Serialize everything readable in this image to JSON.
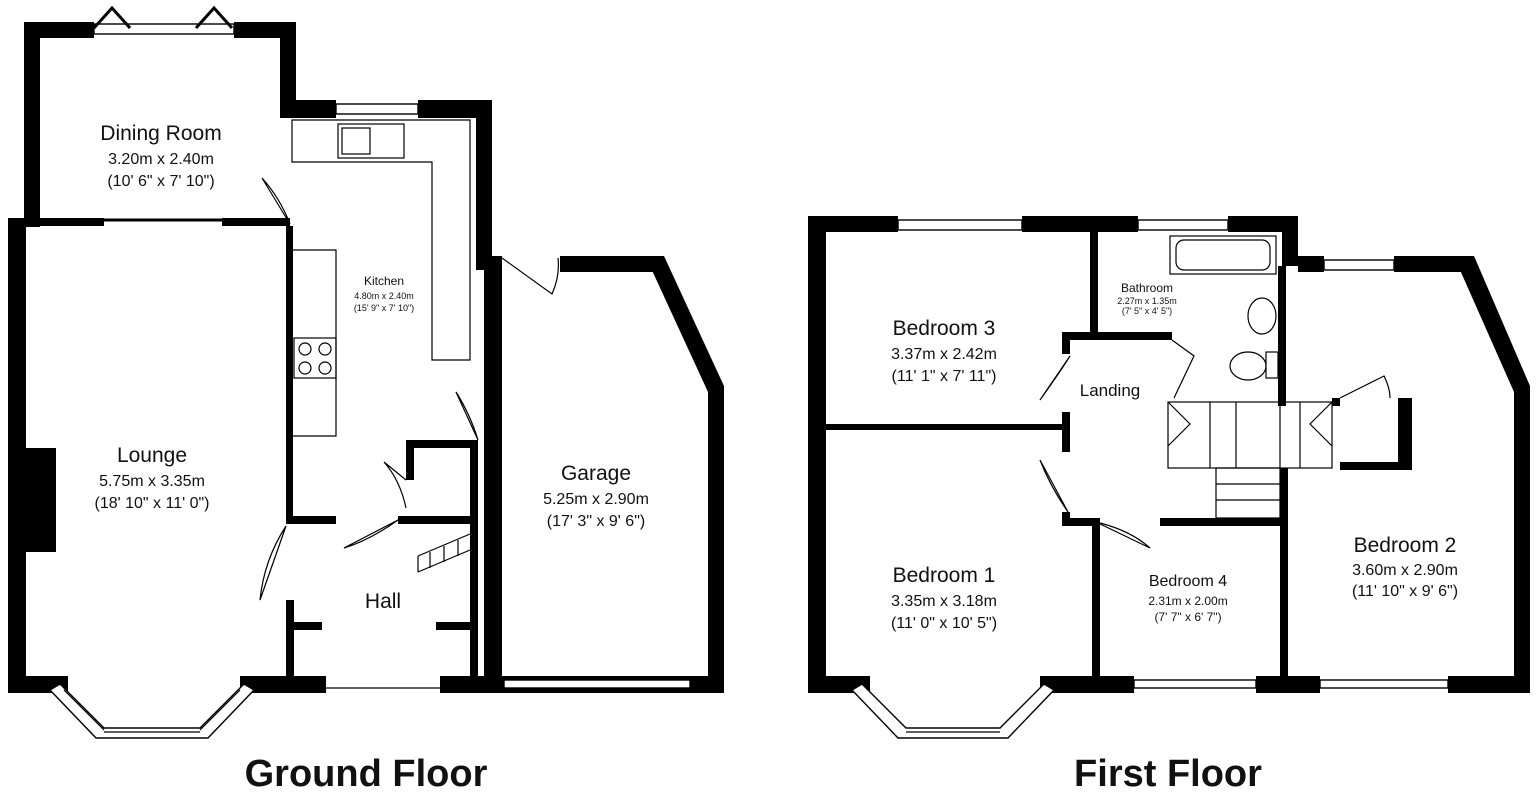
{
  "floors": [
    {
      "name": "Ground Floor",
      "rooms": [
        {
          "name": "Dining Room",
          "metric": "3.20m x 2.40m",
          "imperial": "(10' 6\" x 7' 10\")"
        },
        {
          "name": "Kitchen",
          "metric": "4.80m x 2.40m",
          "imperial": "(15' 9\" x 7' 10\")"
        },
        {
          "name": "Lounge",
          "metric": "5.75m x 3.35m",
          "imperial": "(18' 10\" x 11' 0\")"
        },
        {
          "name": "Garage",
          "metric": "5.25m x 2.90m",
          "imperial": "(17' 3\" x 9' 6\")"
        },
        {
          "name": "Hall"
        }
      ]
    },
    {
      "name": "First Floor",
      "rooms": [
        {
          "name": "Bedroom 3",
          "metric": "3.37m x 2.42m",
          "imperial": "(11' 1\" x 7' 11\")"
        },
        {
          "name": "Bathroom",
          "metric": "2.27m x 1.35m",
          "imperial": "(7' 5\" x 4' 5\")"
        },
        {
          "name": "Landing"
        },
        {
          "name": "Bedroom 1",
          "metric": "3.35m x 3.18m",
          "imperial": "(11' 0\" x 10' 5\")"
        },
        {
          "name": "Bedroom 4",
          "metric": "2.31m x 2.00m",
          "imperial": "(7' 7\" x 6' 7\")"
        },
        {
          "name": "Bedroom 2",
          "metric": "3.60m x 2.90m",
          "imperial": "(11' 10\" x 9' 6\")"
        }
      ]
    }
  ]
}
